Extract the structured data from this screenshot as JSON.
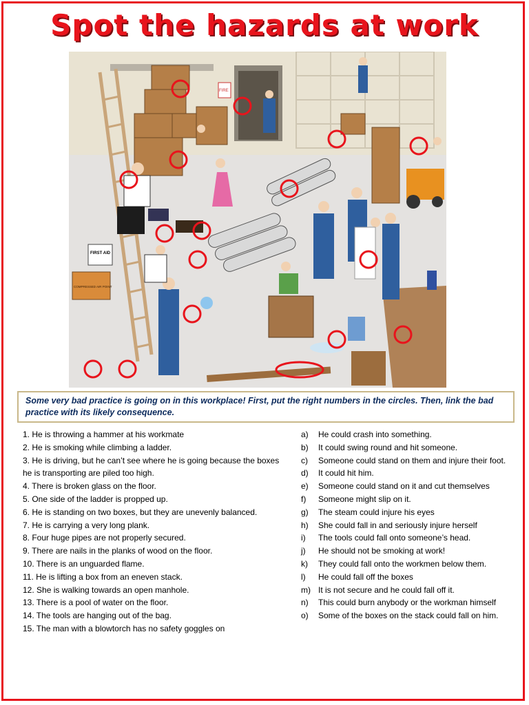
{
  "title": "Spot the hazards at work",
  "scene_signs": {
    "first_aid": "FIRST AID",
    "compressed_air": "COMPRESSED AIR POINT",
    "fire": "FIRE"
  },
  "instructions": "Some very bad practice is going on in this workplace! First, put the right numbers in the circles. Then, link the bad practice with its likely consequence.",
  "hazards": [
    "1. He is throwing a hammer at his workmate",
    "2. He is smoking while climbing a ladder.",
    "3. He is driving, but he can’t see where he is going because the boxes he is transporting are piled too high.",
    "4. There is broken glass on the floor.",
    "5. One side of the ladder is propped up.",
    "6. He is standing on two boxes, but they are unevenly balanced.",
    "7. He is carrying a very long plank.",
    "8. Four huge pipes are not properly secured.",
    "9. There are nails in the planks of wood on the floor.",
    "10. There is an unguarded flame.",
    "11. He is lifting a box from an eneven stack.",
    "12. She is walking towards an open manhole.",
    "13. There is a pool of water on the floor.",
    "14. The tools are hanging out of the bag.",
    "15. The man with a blowtorch has no safety goggles on"
  ],
  "consequences": [
    {
      "letter": "a)",
      "text": "He could crash into something."
    },
    {
      "letter": "b)",
      "text": "It could swing round and hit someone."
    },
    {
      "letter": "c)",
      "text": "Someone could stand on them and injure their foot."
    },
    {
      "letter": "d)",
      "text": "It could hit him."
    },
    {
      "letter": "e)",
      "text": "Someone could stand on it and cut themselves"
    },
    {
      "letter": "f)",
      "text": "Someone might slip on it."
    },
    {
      "letter": "g)",
      "text": "The steam could injure his eyes"
    },
    {
      "letter": "h)",
      "text": "She could fall in and seriously injure herself"
    },
    {
      "letter": "i)",
      "text": "The tools could fall onto someone’s head."
    },
    {
      "letter": "j)",
      "text": "He should not be smoking at work!"
    },
    {
      "letter": "k)",
      "text": "They could fall onto the workmen below them."
    },
    {
      "letter": "l)",
      "text": "He could fall off the boxes"
    },
    {
      "letter": "m)",
      "text": "It is not secure and he could fall off it."
    },
    {
      "letter": "n)",
      "text": "This could burn anybody or the workman himself"
    },
    {
      "letter": "o)",
      "text": "Some of the boxes on the stack could fall on him."
    }
  ],
  "colors": {
    "border": "#e8141c",
    "title": "#e8141c",
    "instructions": "#0b2a5c",
    "hazard_circle": "#e8141c",
    "workman_uniform": "#2f5f9e"
  }
}
